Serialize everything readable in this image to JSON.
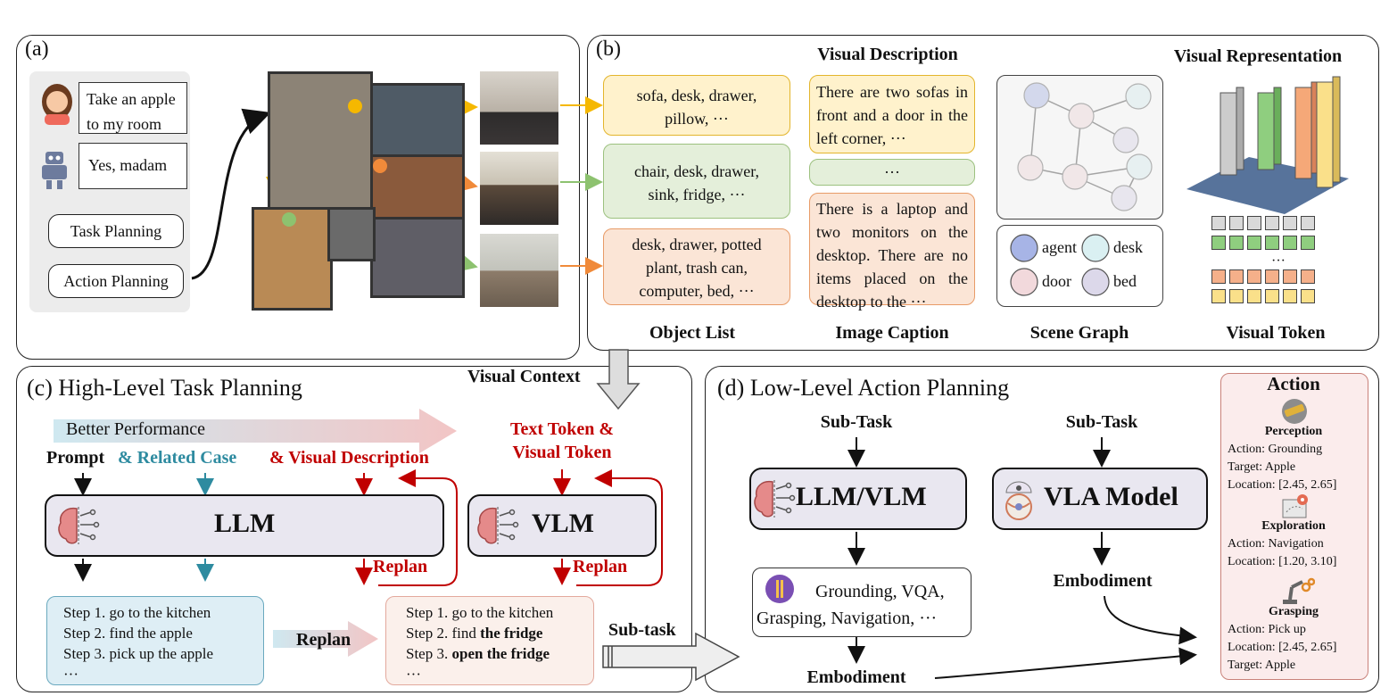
{
  "panel_a": {
    "label": "(a)",
    "user_speech": "Take an apple to my room",
    "robot_speech": "Yes, madam",
    "task_planning": "Task Planning",
    "action_planning": "Action Planning"
  },
  "panel_b": {
    "label": "(b)",
    "visual_description_title": "Visual Description",
    "visual_representation_title": "Visual Representation",
    "object_lists": [
      "sofa, desk, drawer, pillow, ···",
      "chair, desk, drawer, sink, fridge, ···",
      "desk, drawer, potted plant, trash can, computer, bed, ···"
    ],
    "captions": [
      "There are two sofas in front and a door in the left corner, ···",
      "···",
      "There is a laptop and two monitors on the desktop. There are no items placed on the desktop to the ···"
    ],
    "legend": {
      "agent": "agent",
      "desk": "desk",
      "door": "door",
      "bed": "bed"
    },
    "token_ellipsis": "···",
    "bottom_labels": {
      "object_list": "Object List",
      "image_caption": "Image Caption",
      "scene_graph": "Scene Graph",
      "visual_token": "Visual Token"
    }
  },
  "visual_context": "Visual Context",
  "panel_c": {
    "label": "(c)",
    "title": "High-Level Task Planning",
    "better_performance": "Better Performance",
    "prompt": "Prompt",
    "related_case": "& Related Case",
    "visual_description": "& Visual Description",
    "text_visual_token_1": "Text Token &",
    "text_visual_token_2": "Visual Token",
    "llm": "LLM",
    "vlm": "VLM",
    "replan": "Replan",
    "plan1": {
      "s1": "Step 1. go to the kitchen",
      "s2": "Step 2. find the apple",
      "s3": "Step 3. pick up the apple",
      "more": "···"
    },
    "plan2": {
      "s1": "Step 1. go to the kitchen",
      "s2_prefix": "Step 2. find ",
      "s2_bold": "the fridge",
      "s3_prefix": "Step 3. ",
      "s3_bold": "open the fridge",
      "more": "···"
    },
    "subtask": "Sub-task"
  },
  "panel_d": {
    "label": "(d)",
    "title": "Low-Level Action Planning",
    "subtask": "Sub-Task",
    "llm_vlm": "LLM/VLM",
    "vla": "VLA Model",
    "skills_1": "Grounding, VQA,",
    "skills_2": "Grasping, Navigation, ···",
    "embodiment": "Embodiment",
    "action": {
      "title": "Action",
      "perception": {
        "name": "Perception",
        "action": "Action: Grounding",
        "target": "Target: Apple",
        "location": "Location: [2.45, 2.65]"
      },
      "exploration": {
        "name": "Exploration",
        "action": "Action: Navigation",
        "location": "Location: [1.20, 3.10]"
      },
      "grasping": {
        "name": "Grasping",
        "action": "Action: Pick up",
        "location": "Location: [2.45, 2.65]",
        "target": "Target: Apple"
      }
    }
  },
  "colors": {
    "yellow": "#f5b800",
    "green": "#8dc26f",
    "orange": "#f08a3a",
    "red": "#c00000",
    "teal": "#2e8ba0"
  }
}
